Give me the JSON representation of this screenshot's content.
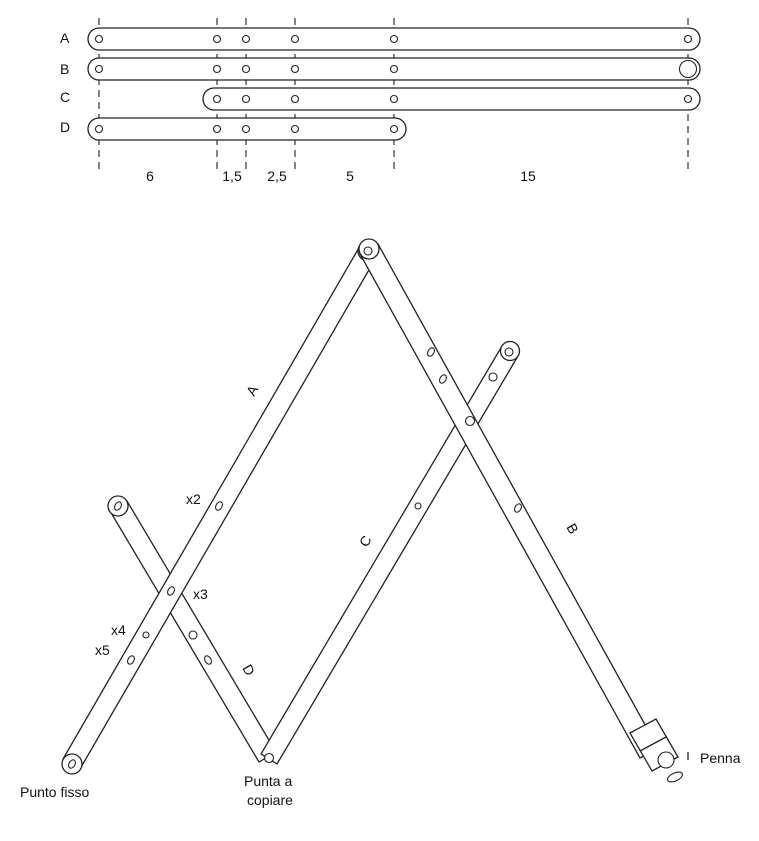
{
  "top_scheme": {
    "bars": [
      {
        "label": "A"
      },
      {
        "label": "B"
      },
      {
        "label": "C"
      },
      {
        "label": "D"
      }
    ],
    "dimensions": [
      "6",
      "1,5",
      "2,5",
      "5",
      "15"
    ]
  },
  "pantograph": {
    "bar_labels": {
      "a": "A",
      "b": "B",
      "c": "C",
      "d": "D"
    },
    "multipliers": {
      "x2": "x2",
      "x3": "x3",
      "x4": "x4",
      "x5": "x5"
    },
    "fixed_point": "Punto fisso",
    "tracer_line1": "Punta a",
    "tracer_line2": "copiare",
    "pen": "Penna"
  },
  "colors": {
    "stroke": "#222222",
    "background": "#ffffff"
  }
}
